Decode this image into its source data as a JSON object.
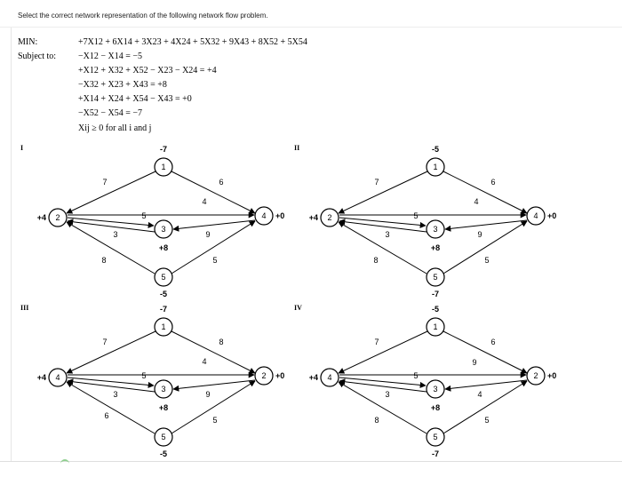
{
  "question": {
    "prompt": "Select the correct network representation of the following network flow problem."
  },
  "model": {
    "objective_label": "MIN:",
    "objective": "+7X12 + 6X14 + 3X23 + 4X24 + 5X32 + 9X43 + 8X52 + 5X54",
    "constraints_label": "Subject to:",
    "constraints": [
      "−X12 − X14 = −5",
      "+X12 + X32 + X52 − X23 − X24 = +4",
      "−X32 + X23 + X43 = +8",
      "+X14 + X24 + X54 − X43 = +0",
      "−X52 − X54 = −7",
      "Xij ≥ 0 for all i and j"
    ]
  },
  "options": [
    {
      "roman": "I",
      "supply": {
        "n1": "-7",
        "n2": "+4",
        "n3": "+8",
        "n4": "+0",
        "n5": "-5"
      },
      "nodes": {
        "n1": "1",
        "n2": "2",
        "n3": "3",
        "n4": "4",
        "n5": "5"
      },
      "costs": {
        "c12": "7",
        "c14": "6",
        "c24": "4",
        "c23": "5",
        "c32": "3",
        "c43": "9",
        "c52": "8",
        "c54": "5"
      }
    },
    {
      "roman": "II",
      "supply": {
        "n1": "-5",
        "n2": "+4",
        "n3": "+8",
        "n4": "+0",
        "n5": "-7"
      },
      "nodes": {
        "n1": "1",
        "n2": "2",
        "n3": "3",
        "n4": "4",
        "n5": "5"
      },
      "costs": {
        "c12": "7",
        "c14": "6",
        "c24": "4",
        "c23": "5",
        "c32": "3",
        "c43": "9",
        "c52": "8",
        "c54": "5"
      }
    },
    {
      "roman": "III",
      "supply": {
        "n1": "-7",
        "n2": "+0",
        "n3": "+8",
        "n4": "+4",
        "n5": "-5"
      },
      "nodes": {
        "n1": "1",
        "n2": "2",
        "n3": "3",
        "n4": "4",
        "n5": "5"
      },
      "costs": {
        "c12": "8",
        "c14": "7",
        "c24": "4",
        "c23": "9",
        "c32": "3",
        "c43": "5",
        "c52": "5",
        "c54": "6"
      }
    },
    {
      "roman": "IV",
      "supply": {
        "n1": "-5",
        "n2": "+0",
        "n3": "+8",
        "n4": "+4",
        "n5": "-7"
      },
      "nodes": {
        "n1": "1",
        "n2": "2",
        "n3": "3",
        "n4": "4",
        "n5": "5"
      },
      "costs": {
        "c12": "6",
        "c14": "7",
        "c24": "9",
        "c23": "4",
        "c32": "3",
        "c43": "5",
        "c52": "5",
        "c54": "8"
      }
    }
  ]
}
